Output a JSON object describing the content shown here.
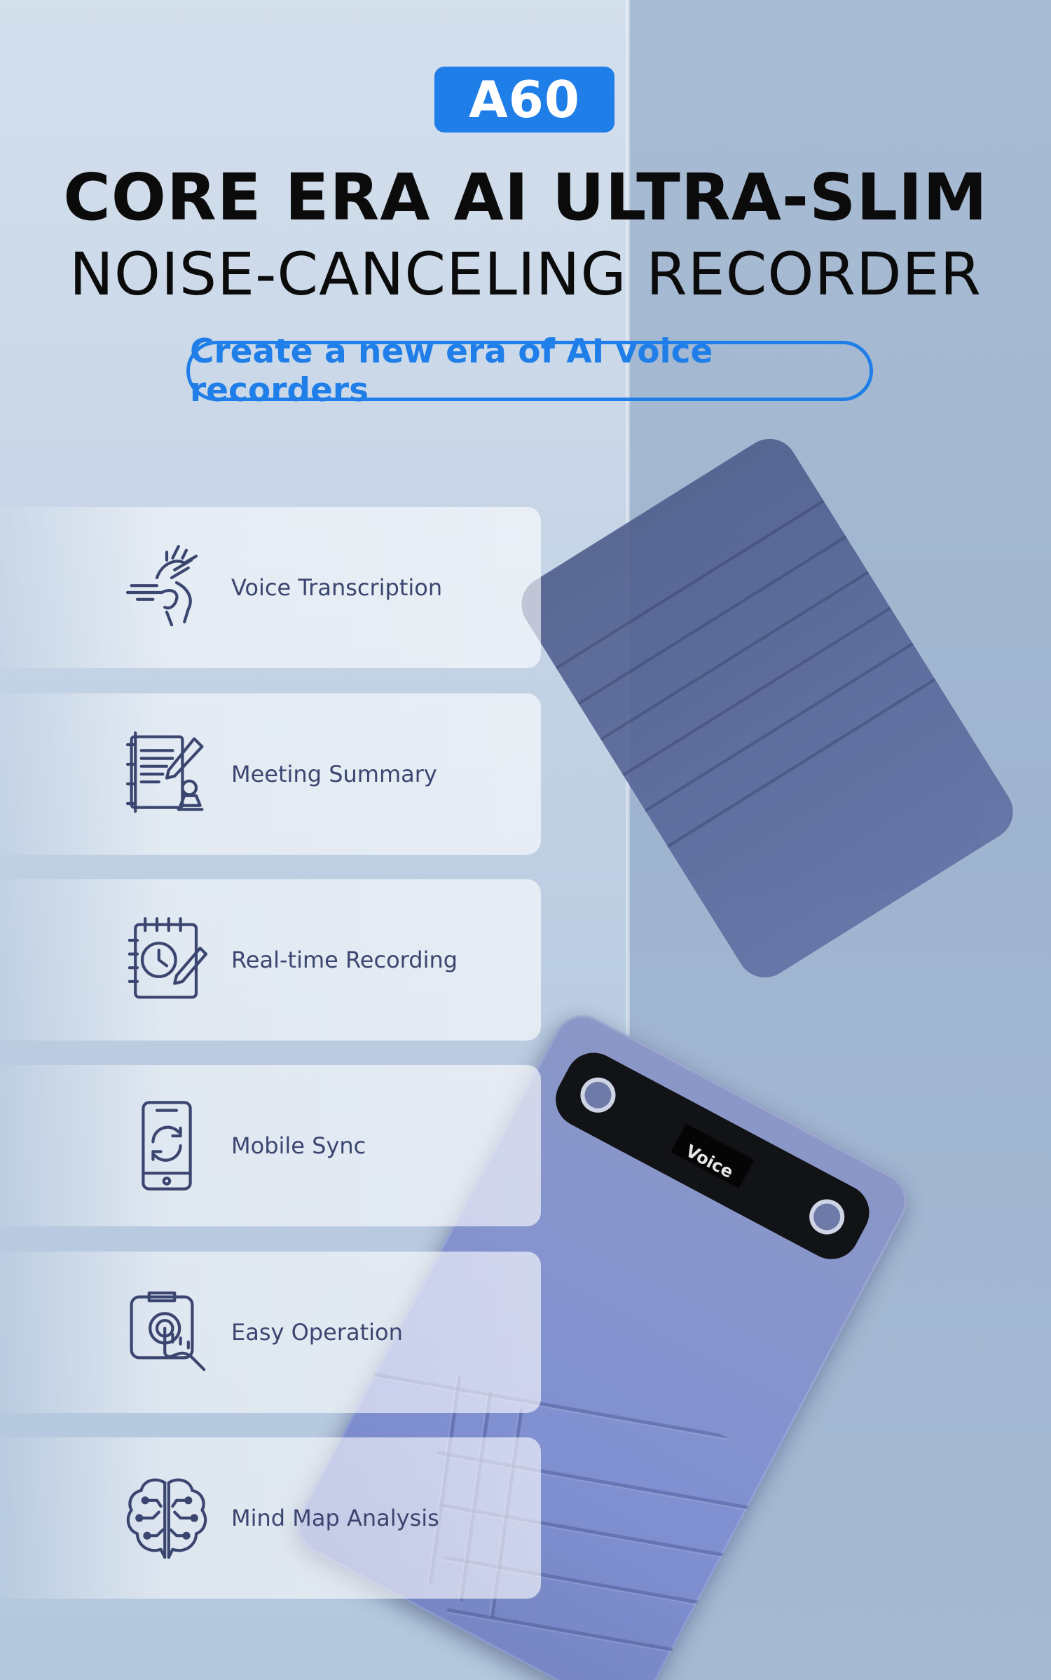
{
  "header": {
    "model": "A60",
    "headline_line1": "CORE ERA AI ULTRA-SLIM",
    "headline_line2": "NOISE-CANCELING RECORDER",
    "tagline": "Create a new era of AI voice recorders"
  },
  "device": {
    "screen_text": "Voice"
  },
  "features": [
    {
      "label": "Voice Transcription",
      "icon": "hand-gesture-icon"
    },
    {
      "label": "Meeting Summary",
      "icon": "document-pen-icon"
    },
    {
      "label": "Real-time Recording",
      "icon": "clock-notepad-icon"
    },
    {
      "label": "Mobile Sync",
      "icon": "phone-sync-icon"
    },
    {
      "label": "Easy Operation",
      "icon": "touch-finger-icon"
    },
    {
      "label": "Mind Map Analysis",
      "icon": "brain-icon"
    }
  ],
  "colors": {
    "accent": "#1f7ee8",
    "icon_stroke": "#3b4670"
  }
}
